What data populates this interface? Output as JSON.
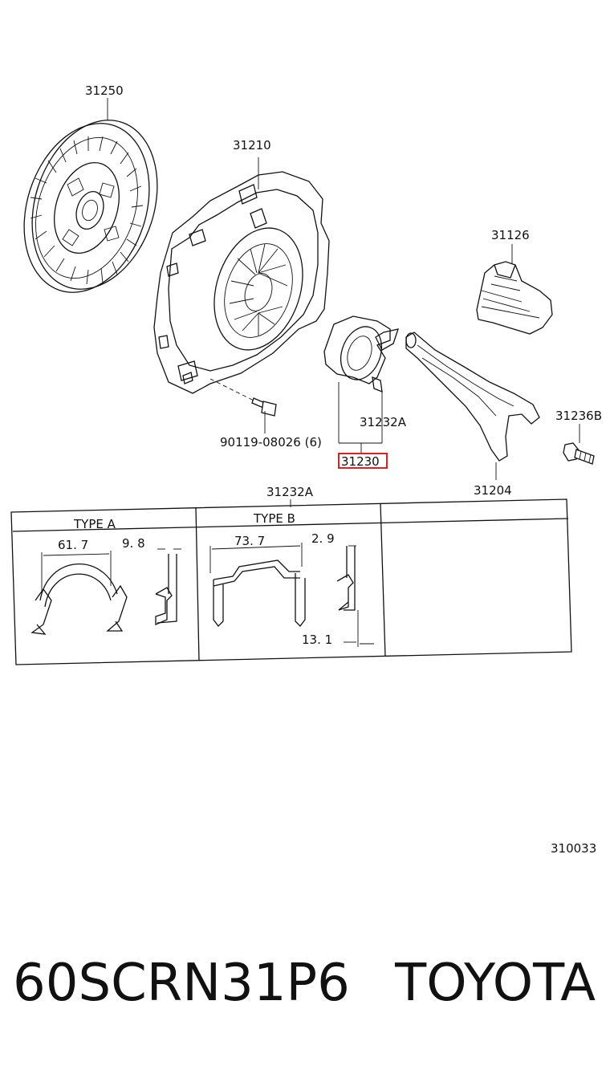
{
  "diagram": {
    "part_labels": {
      "p31250": "31250",
      "p31210": "31210",
      "p31126": "31126",
      "p31232A_top": "31232A",
      "p31236B": "31236B",
      "p90119": "90119-08026 (6)",
      "p31230": "31230",
      "p31204": "31204",
      "p31232A_table": "31232A"
    },
    "highlighted_part": "31230",
    "highlight_color": "#e02020",
    "reference_code": "310033"
  },
  "clip_table": {
    "type_a": {
      "header": "TYPE A",
      "width_dim": "61. 7",
      "thickness_dim": "9. 8"
    },
    "type_b": {
      "header": "TYPE B",
      "width_dim": "73. 7",
      "thickness_dim": "2. 9",
      "height_dim": "13. 1"
    }
  },
  "caption": {
    "part_number": "60SCRN31P6",
    "brand": "TOYOTA"
  }
}
